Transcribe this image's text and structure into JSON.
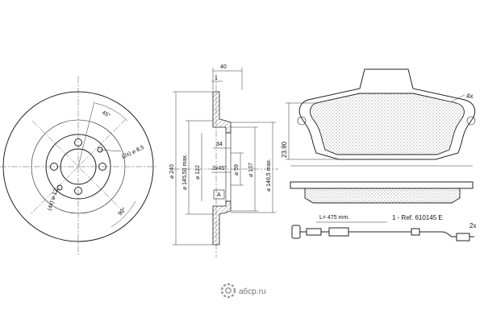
{
  "disc_front": {
    "angle_45": "45°",
    "angle_90": "90°",
    "hole_pattern_1": "(4x) ⌀ 12",
    "hole_pattern_2": "(2x) ⌀ 8,5"
  },
  "disc_section": {
    "dim_40": "40",
    "dim_1": "1",
    "dim_34": "34",
    "dim_240": "⌀ 240",
    "dim_145": "⌀ 145,50 max.",
    "dim_122": "⌀ 122",
    "dim_59": "⌀ 59",
    "dim_137": "⌀ 137",
    "dim_146": "⌀ 146,5 max.",
    "chamfer": "3x45°",
    "datum": "A"
  },
  "pad": {
    "quantity": "4x",
    "height": "23.90"
  },
  "sensor": {
    "length": "L= 475 mm.",
    "reference": "1 - Ref. 610145 E",
    "quantity": "2x"
  },
  "watermark": {
    "icon": "gear-icon",
    "text": "aбcp.ru"
  }
}
